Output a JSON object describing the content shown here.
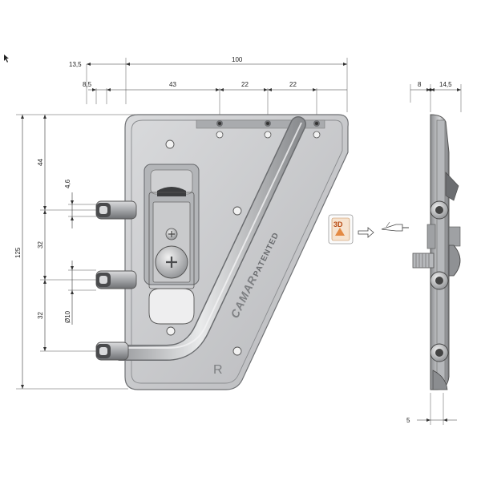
{
  "dimensions": {
    "top_13_5": "13,5",
    "top_100": "100",
    "top_8_5": "8,5",
    "top_43": "43",
    "top_22a": "22",
    "top_22b": "22",
    "left_125": "125",
    "left_44": "44",
    "left_4_6": "4,6",
    "left_32a": "32",
    "left_32b": "32",
    "left_d10": "Ø10",
    "side_8": "8",
    "side_14_5": "14,5",
    "side_5": "5"
  },
  "brand": {
    "logo": "CAMAR",
    "patented": "PATENTED",
    "side_mark": "R"
  },
  "view_3d": {
    "label": "3D"
  },
  "colors": {
    "plate": "#c7c8ca",
    "plate_dark": "#8f9194",
    "plate_light": "#e6e7e8",
    "accent_orange": "#e07a2a"
  },
  "icons": [
    "cursor-arrow-icon",
    "3d-view-icon",
    "arrow-right-icon",
    "screwdriver-icon"
  ]
}
